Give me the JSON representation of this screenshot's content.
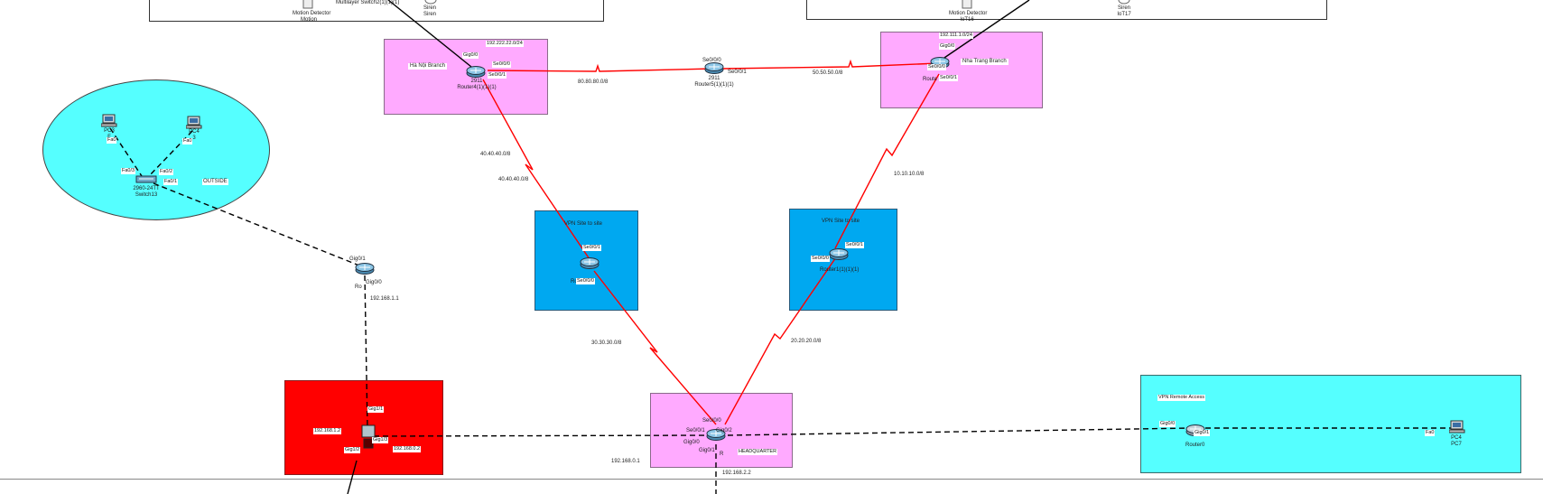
{
  "zones": {
    "top_left_box": "",
    "top_right_box": "",
    "hanoi_branch": "Hà Nội Branch",
    "nha_trang_branch": "Nha Trang Branch",
    "vpn_site_left": "VPN Site to site",
    "vpn_site_right": "VPN Site to site",
    "outside": "OUTSIDE",
    "headquarter": "HEADQUARTER",
    "vpn_remote_access": "VPN Remote Access"
  },
  "devices": {
    "motion_detector_left": [
      "Motion Detector",
      "Motion"
    ],
    "siren_left": [
      "Siren",
      "Siren"
    ],
    "multilayer_switch": "Multilayer Switch2(1)(1)(1)",
    "motion_detector_right": [
      "Motion Detector",
      "IoT16"
    ],
    "siren_right": [
      "Siren",
      "IoT17"
    ],
    "router4": [
      "2911",
      "Router4(1)(1)(1)"
    ],
    "router5": [
      "2911",
      "Router5(1)(1)(1)"
    ],
    "router_nt": "Route",
    "router_vpn_left": "Ro",
    "router_vpn_right": "Router1(1)(1)(1)",
    "pc_left": [
      "PC3",
      "F"
    ],
    "pc_right": [
      "PC4",
      "3"
    ],
    "switch13": [
      "2960-24TT",
      "Switch13"
    ],
    "router_outside": "Ro",
    "router_hq": "R",
    "router0": "Router0",
    "pc7": [
      "PC4",
      "PC7"
    ]
  },
  "ports": {
    "r4_gig00": "Gig0/0",
    "r4_se000": "Se0/0/0",
    "r4_se001": "Se0/0/1",
    "r5_se000": "Se0/0/0",
    "r5_se001": "Se0/0/1",
    "nt_gig00": "Gig0/0",
    "nt_se000": "Se0/0/0",
    "nt_se001": "Se0/0/1",
    "vl_se001": "Se0/0/1",
    "vl_se000": "Se0/0/0",
    "vr_se001": "Se0/0/1",
    "vr_se000": "Se0/0/0",
    "sw_fa03": "Fa0/3",
    "sw_fa02": "Fa0/2",
    "sw_fa01": "Fa0/1",
    "pc_fa0_left": "Fa0",
    "pc_fa0_right": "Fa0",
    "ro_gig01": "Gig0/1",
    "ro_gig00": "Gig0/0",
    "fw_gig11": "Gig1/1",
    "fw_gig13": "Gig1/3",
    "fw_gig12": "Gig1/2",
    "hq_se000": "Se0/0/0",
    "hq_se001": "Se0/0/1",
    "hq_gig02": "Gig0/2",
    "hq_gig00": "Gig0/0",
    "hq_gig01": "Gig0/1",
    "r0_gig00": "Gig0/0",
    "r0_gig01": "Gig0/1",
    "pc7_fa0": "Fa0"
  },
  "addresses": {
    "hanoi_lan": "192.222.22.0/24",
    "nt_lan": "192.111.1.0/24",
    "net_80": "80.80.80.0/8",
    "net_50": "50.50.50.0/8",
    "net_40a": "40.40.40.0/8",
    "net_40b": "40.40.40.0/8",
    "net_10": "10.10.10.0/8",
    "net_30": "30.30.30.0/8",
    "net_20": "20.20.20.0/8",
    "ip_1681_1": "192.168.1.1",
    "ip_1681_2": "192.168.1.2",
    "ip_1680_2": "192.168.0.2",
    "ip_1680_1": "192.168.0.1",
    "ip_1682_2": "192.168.2.2"
  },
  "colors": {
    "serial_link": "#ff0000",
    "ethernet_link": "#000000",
    "pink_zone": "#ffaaff",
    "blue_zone": "#00a8f0",
    "red_zone": "#ff0000",
    "cyan_zone": "#55ffff"
  }
}
